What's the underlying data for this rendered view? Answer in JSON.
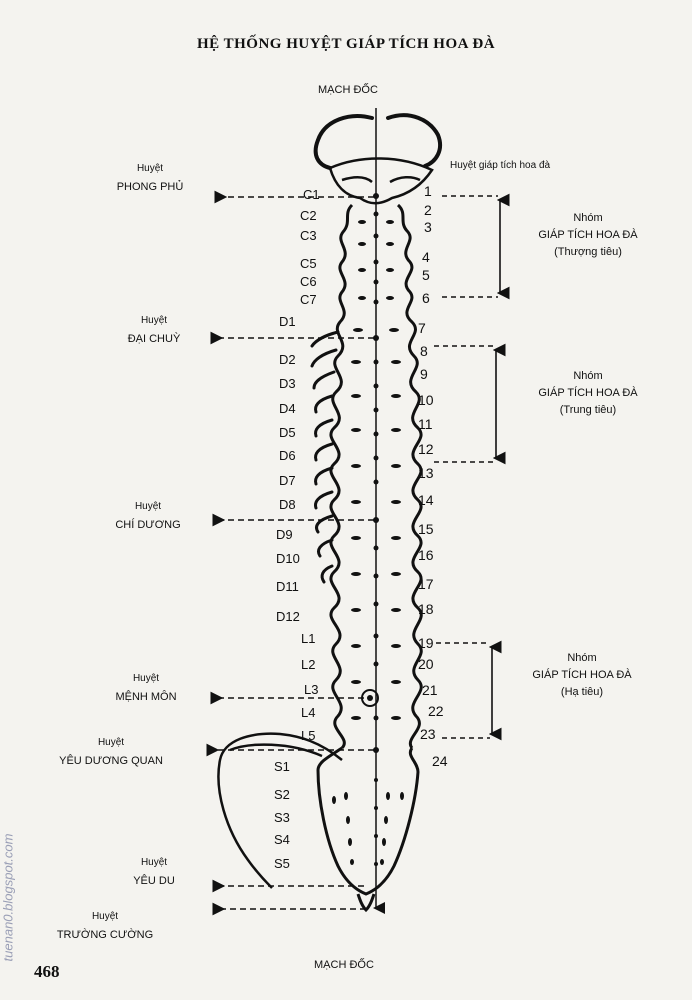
{
  "title": "HỆ THỐNG HUYỆT GIÁP TÍCH HOA ĐÀ",
  "top_label": "MẠCH ĐỐC",
  "bottom_label": "MẠCH ĐỐC",
  "right_header": "Huyệt giáp tích hoa đà",
  "page_number": "468",
  "watermark": "tuenan0.blogspot.com",
  "acupoints": [
    {
      "name": "Huyệt",
      "point": "PHONG PHỦ"
    },
    {
      "name": "Huyệt",
      "point": "ĐẠI CHUỲ"
    },
    {
      "name": "Huyệt",
      "point": "CHÍ DƯƠNG"
    },
    {
      "name": "Huyệt",
      "point": "MỆNH MÔN"
    },
    {
      "name": "Huyệt",
      "point": "YÊU DƯƠNG QUAN"
    },
    {
      "name": "Huyệt",
      "point": "YÊU DU"
    },
    {
      "name": "Huyệt",
      "point": "TRƯỜNG CƯỜNG"
    }
  ],
  "vertebrae": [
    "C1",
    "C2",
    "C3",
    "C5",
    "C6",
    "C7",
    "D1",
    "D2",
    "D3",
    "D4",
    "D5",
    "D6",
    "D7",
    "D8",
    "D9",
    "D10",
    "D11",
    "D12",
    "L1",
    "L2",
    "L3",
    "L4",
    "L5",
    "S1",
    "S2",
    "S3",
    "S4",
    "S5"
  ],
  "point_numbers": [
    "1",
    "2",
    "3",
    "4",
    "5",
    "6",
    "7",
    "8",
    "9",
    "10",
    "11",
    "12",
    "13",
    "14",
    "15",
    "16",
    "17",
    "18",
    "19",
    "20",
    "21",
    "22",
    "23",
    "24"
  ],
  "groups": [
    {
      "line1": "Nhóm",
      "line2": "GIÁP TÍCH HOA ĐÀ",
      "line3": "(Thượng tiêu)"
    },
    {
      "line1": "Nhóm",
      "line2": "GIÁP TÍCH HOA ĐÀ",
      "line3": "(Trung tiêu)"
    },
    {
      "line1": "Nhóm",
      "line2": "GIÁP TÍCH HOA ĐÀ",
      "line3": "(Hạ tiêu)"
    }
  ]
}
